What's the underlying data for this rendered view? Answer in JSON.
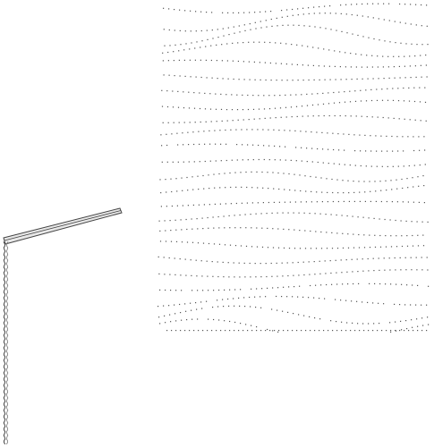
{
  "scene": {
    "description_visible_text": "",
    "colors": {
      "background": "#ffffff",
      "stroke": "#444444",
      "dots": "#555555",
      "beam_fill": "#e8e8e8"
    },
    "elements": [
      {
        "kind": "dotted-surface-field",
        "icon": "dot-grid-pattern"
      },
      {
        "kind": "beam",
        "icon": "diagonal-beam"
      },
      {
        "kind": "post",
        "icon": "vertical-post"
      }
    ]
  }
}
